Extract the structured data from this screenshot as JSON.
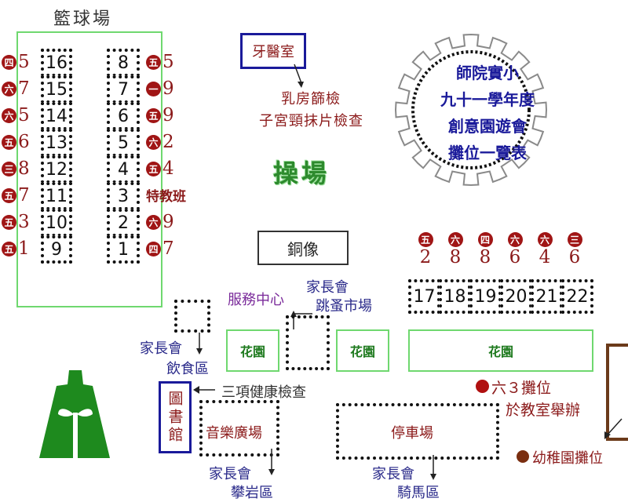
{
  "court": {
    "title": "籃球場"
  },
  "left_column": [
    {
      "grade": "四",
      "cls": "5",
      "stall": "16"
    },
    {
      "grade": "六",
      "cls": "7",
      "stall": "15"
    },
    {
      "grade": "六",
      "cls": "5",
      "stall": "14"
    },
    {
      "grade": "五",
      "cls": "6",
      "stall": "13"
    },
    {
      "grade": "三",
      "cls": "8",
      "stall": "12"
    },
    {
      "grade": "五",
      "cls": "7",
      "stall": "11"
    },
    {
      "grade": "五",
      "cls": "3",
      "stall": "10"
    },
    {
      "grade": "五",
      "cls": "1",
      "stall": "9"
    }
  ],
  "right_column": [
    {
      "stall": "8",
      "grade": "五",
      "cls": "5"
    },
    {
      "stall": "7",
      "grade": "一",
      "cls": "9"
    },
    {
      "stall": "6",
      "grade": "五",
      "cls": "9"
    },
    {
      "stall": "5",
      "grade": "六",
      "cls": "2"
    },
    {
      "stall": "4",
      "grade": "五",
      "cls": "4"
    },
    {
      "stall": "3",
      "grade": "特教班",
      "cls": ""
    },
    {
      "stall": "2",
      "grade": "六",
      "cls": "9"
    },
    {
      "stall": "1",
      "grade": "四",
      "cls": "7"
    }
  ],
  "dental": {
    "label": "牙醫室",
    "note_1": "乳房篩檢",
    "note_2": "子宮頸抹片檢查"
  },
  "playground": {
    "label": "操場"
  },
  "statue": {
    "label": "銅像"
  },
  "seal": {
    "line_1": "師院實小",
    "line_2": "九十一學年度",
    "line_3": "創意園遊會",
    "line_4": "攤位一覽表"
  },
  "top_row_marks": [
    {
      "grade": "五",
      "cls": "2"
    },
    {
      "grade": "六",
      "cls": "8"
    },
    {
      "grade": "四",
      "cls": "8"
    },
    {
      "grade": "六",
      "cls": "6"
    },
    {
      "grade": "六",
      "cls": "4"
    },
    {
      "grade": "三",
      "cls": "6"
    }
  ],
  "row_stalls": [
    "17",
    "18",
    "19",
    "20",
    "21",
    "22"
  ],
  "service_center": "服務中心",
  "flea_market": {
    "line_1": "家長會",
    "line_2": "跳蚤市場"
  },
  "food_area": {
    "line_1": "家長會",
    "line_2": "飲食區"
  },
  "garden_label": "花園",
  "library": "圖書館",
  "health_check": "三項健康檢查",
  "music_plaza": "音樂廣場",
  "climbing": {
    "line_1": "家長會",
    "line_2": "攀岩區"
  },
  "parking": "停車場",
  "horse": {
    "line_1": "家長會",
    "line_2": "騎馬區"
  },
  "class_63": {
    "line_1": "六３攤位",
    "line_2": "於教室舉辦"
  },
  "kindergarten": "幼稚園攤位",
  "colors": {
    "dark_red": "#8b1a1a",
    "navy": "#1a1a9a",
    "green": "#1e7a1e",
    "light_green": "#6fd86f",
    "brown": "#6b3a1a"
  },
  "icons": [
    "school-logo-icon",
    "seal-gear-icon",
    "red-dot-icon",
    "brown-dot-icon"
  ]
}
